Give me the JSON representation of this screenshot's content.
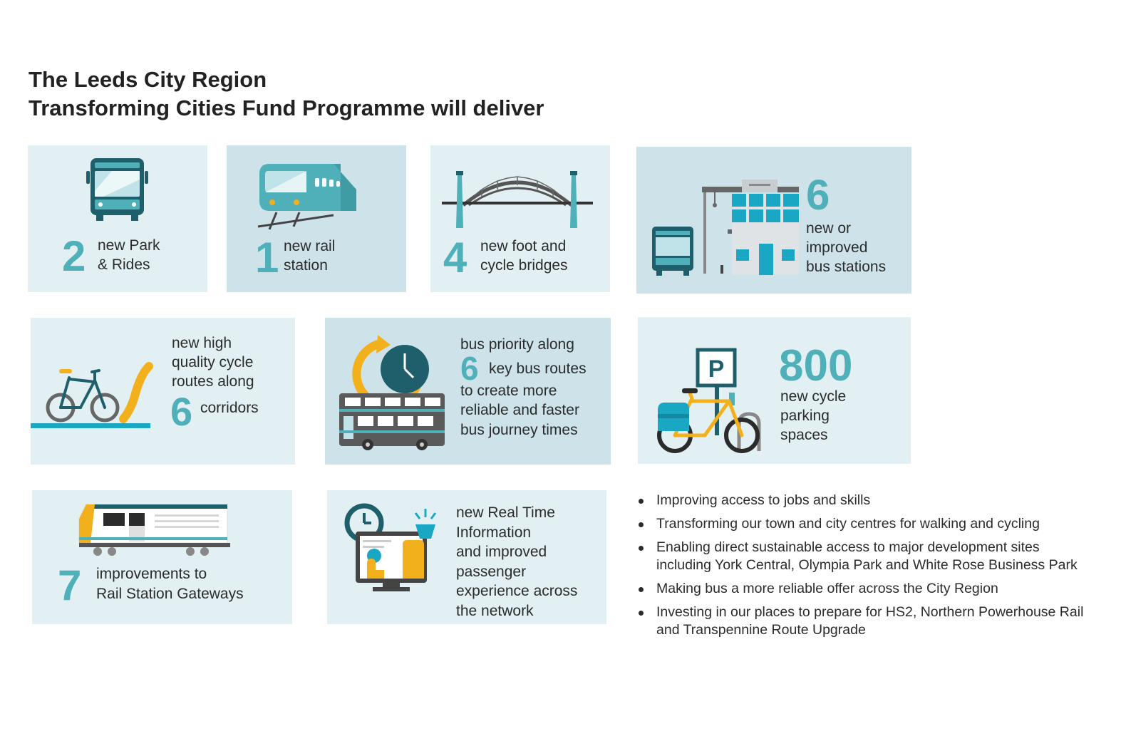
{
  "title": {
    "line1": "The Leeds City Region",
    "line2": "Transforming Cities Fund Programme will deliver"
  },
  "cards": {
    "park_rides": {
      "number": "2",
      "line1": "new Park",
      "line2": "& Rides",
      "icon": "bus-icon"
    },
    "rail_station": {
      "number": "1",
      "line1": "new rail",
      "line2": "station",
      "icon": "train-icon"
    },
    "bridges": {
      "number": "4",
      "line1": "new foot and",
      "line2": "cycle bridges",
      "icon": "bridge-icon"
    },
    "bus_stations": {
      "number": "6",
      "line1": "new or",
      "line2": "improved",
      "line3": "bus stations",
      "icon": "bus-station-icon"
    },
    "cycle_routes": {
      "number": "6",
      "line1": "new high",
      "line2": "quality cycle",
      "line3": "routes along",
      "line4": "corridors",
      "icon": "bicycle-icon"
    },
    "bus_priority": {
      "number": "6",
      "line1": "bus priority along",
      "line2": "key bus routes",
      "line3": "to create more",
      "line4": "reliable and faster",
      "line5": "bus journey times",
      "icon": "clock-bus-icon"
    },
    "cycle_parking": {
      "number": "800",
      "line1": "new cycle",
      "line2": "parking",
      "line3": "spaces",
      "icon": "cycle-parking-icon"
    },
    "gateways": {
      "number": "7",
      "line1": "improvements to",
      "line2": "Rail Station Gateways",
      "icon": "tram-icon"
    },
    "rti": {
      "line1": "new Real Time",
      "line2": "Information",
      "line3": "and improved",
      "line4": "passenger",
      "line5": "experience across",
      "line6": "the network",
      "icon": "info-screen-icon"
    }
  },
  "bullets": [
    "Improving access to jobs and skills",
    "Transforming our town and city centres for walking and cycling",
    "Enabling direct sustainable access to major development sites including York Central, Olympia Park and White Rose Business Park",
    "Making bus a more reliable offer across the City Region",
    "Investing in our places to prepare for HS2, Northern Powerhouse Rail and Transpennine Route Upgrade"
  ],
  "colors": {
    "teal": "#4fb0b9",
    "dark_teal": "#1f5f6b",
    "card": "#e3f0f3",
    "card_dark": "#cde3e9",
    "yellow": "#f2b11c"
  }
}
